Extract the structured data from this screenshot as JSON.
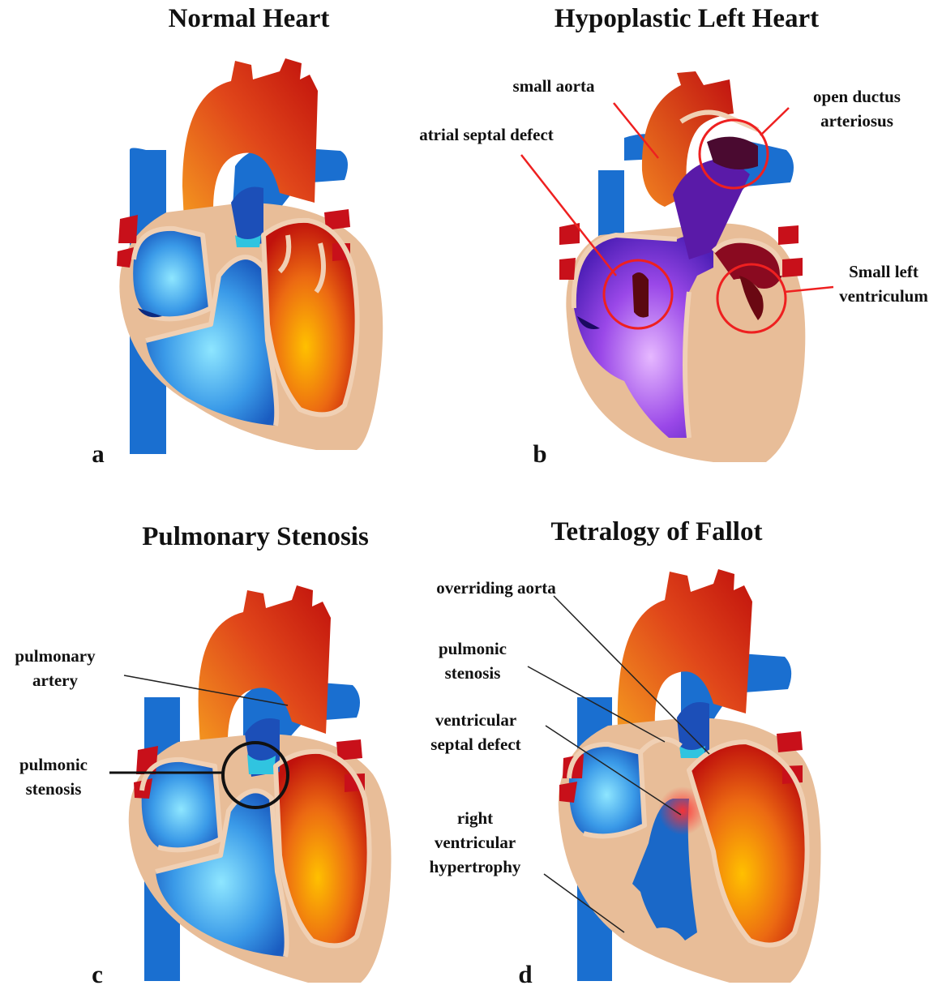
{
  "panels": {
    "a": {
      "title": "Normal Heart",
      "label": "a"
    },
    "b": {
      "title": "Hypoplastic Left Heart",
      "label": "b",
      "annotations": {
        "small_aorta": "small aorta",
        "atrial_septal_defect": "atrial septal defect",
        "open_ductus_line1": "open ductus",
        "open_ductus_line2": "arteriosus",
        "small_left_line1": "Small left",
        "small_left_line2": "ventriculum"
      }
    },
    "c": {
      "title": "Pulmonary Stenosis",
      "label": "c",
      "annotations": {
        "pulmonary_artery_line1": "pulmonary",
        "pulmonary_artery_line2": "artery",
        "pulmonic_stenosis_line1": "pulmonic",
        "pulmonic_stenosis_line2": "stenosis"
      }
    },
    "d": {
      "title": "Tetralogy of Fallot",
      "label": "d",
      "annotations": {
        "overriding_aorta": "overriding aorta",
        "pulmonic_stenosis_line1": "pulmonic",
        "pulmonic_stenosis_line2": "stenosis",
        "vsd_line1": "ventricular",
        "vsd_line2": "septal defect",
        "rvh_line1": "right",
        "rvh_line2": "ventricular",
        "rvh_line3": "hypertrophy"
      }
    }
  },
  "colors": {
    "oxygenated": "#d01818",
    "deoxygenated": "#1a6fd0",
    "mixed": "#7a3ad8",
    "tissue": "#e8bd98",
    "tissue_outline": "#f0d0b4",
    "defect_marker": "#ee2020"
  }
}
